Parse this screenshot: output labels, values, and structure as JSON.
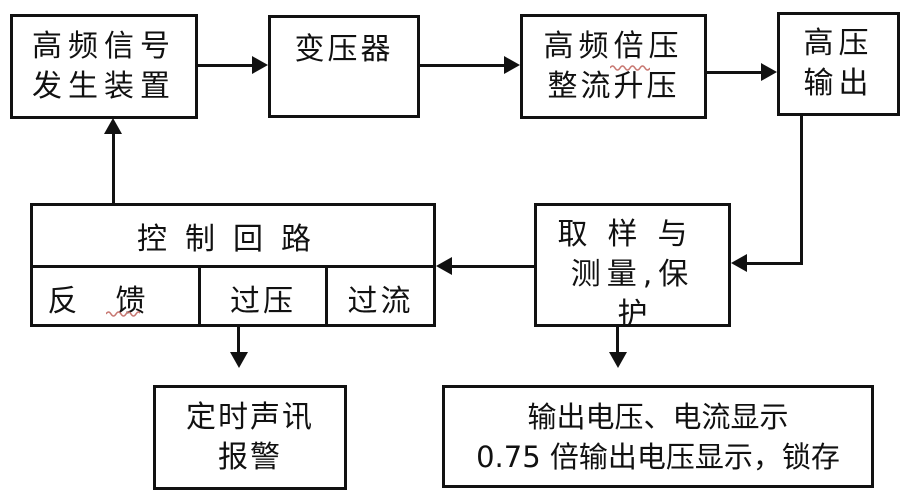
{
  "diagram": {
    "boxes": {
      "signal_generator": {
        "line1": "高频信号",
        "line2": "发生装置"
      },
      "transformer": {
        "label": "变压器"
      },
      "voltage_doubler": {
        "line1": "高频倍压",
        "line2": "整流升压"
      },
      "hv_output": {
        "line1": "高压",
        "line2": "输出"
      },
      "control_loop": {
        "title": "控制回路",
        "cells": [
          {
            "label": "反馈"
          },
          {
            "label": "过压"
          },
          {
            "label": "过流"
          }
        ]
      },
      "sampling": {
        "line1": "取样与",
        "line2": "测量,保",
        "line3": "护"
      },
      "alarm": {
        "line1": "定时声讯",
        "line2": "报警"
      },
      "output_display": {
        "line1": "输出电压、电流显示",
        "line2": "0.75 倍输出电压显示，锁存"
      }
    },
    "colors": {
      "line": "#111111",
      "background": "#ffffff",
      "squiggle": "#c87872"
    }
  }
}
